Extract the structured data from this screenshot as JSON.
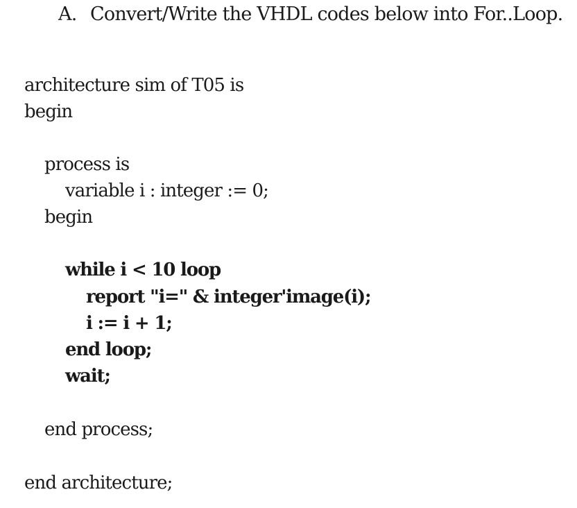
{
  "question": {
    "number": "A.",
    "text": "Convert/Write the VHDL codes below into For..Loop."
  },
  "code": {
    "line_architecture": "architecture sim of T05 is",
    "line_begin_outer": "begin",
    "line_process": "process is",
    "line_variable": "variable i : integer := 0;",
    "line_begin_inner": "begin",
    "line_while": "while i < 10 loop",
    "line_report": "report \"i=\" & integer'image(i);",
    "line_increment": "i := i + 1;",
    "line_end_loop": "end loop;",
    "line_wait": "wait;",
    "line_end_process": "end process;",
    "line_end_architecture": "end architecture;"
  }
}
